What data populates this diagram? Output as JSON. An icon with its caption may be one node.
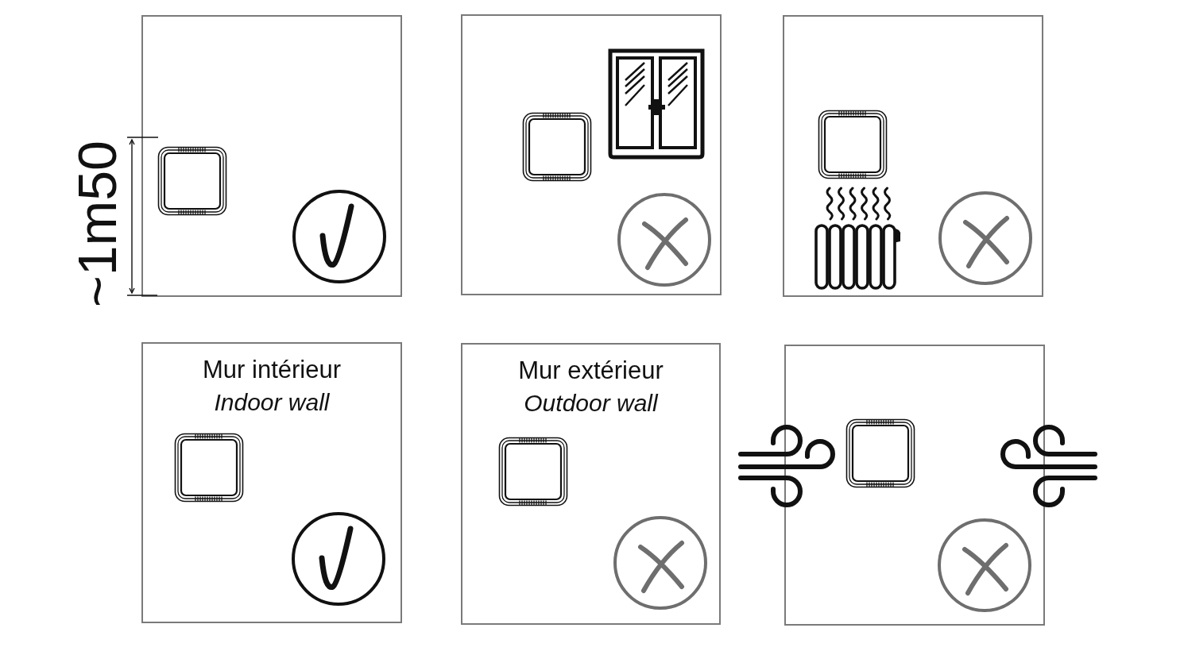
{
  "diagram": {
    "nodes": [
      {
        "text": [],
        "shape": "box"
      },
      {
        "text": [],
        "shape": "box"
      },
      {
        "text": [],
        "shape": "box"
      },
      {
        "text": [
          "Mur intérieur",
          "Indoor wall"
        ]
      },
      {
        "text": [
          "Mur extérieur",
          "Outdoor wall"
        ]
      },
      {
        "text": [],
        "shape": "box"
      }
    ],
    "labels": [
      "~1m50"
    ]
  }
}
